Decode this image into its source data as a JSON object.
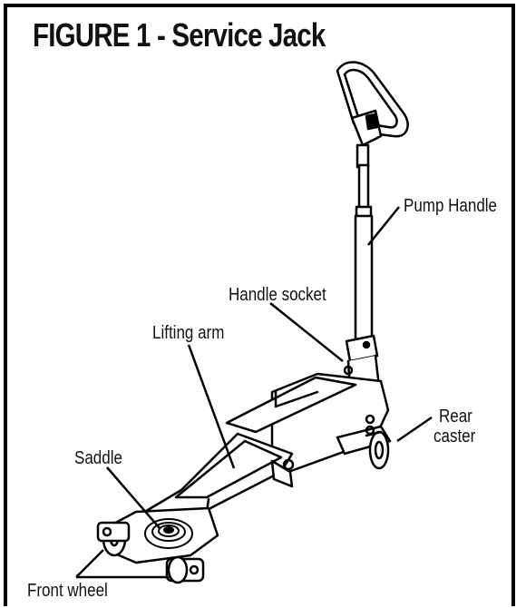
{
  "figure": {
    "title": "FIGURE 1  -  Service Jack",
    "labels": {
      "pump_handle": "Pump Handle",
      "handle_socket": "Handle socket",
      "lifting_arm": "Lifting arm",
      "rear_caster_line1": "Rear",
      "rear_caster_line2": "caster",
      "saddle": "Saddle",
      "front_wheel": "Front wheel"
    }
  }
}
